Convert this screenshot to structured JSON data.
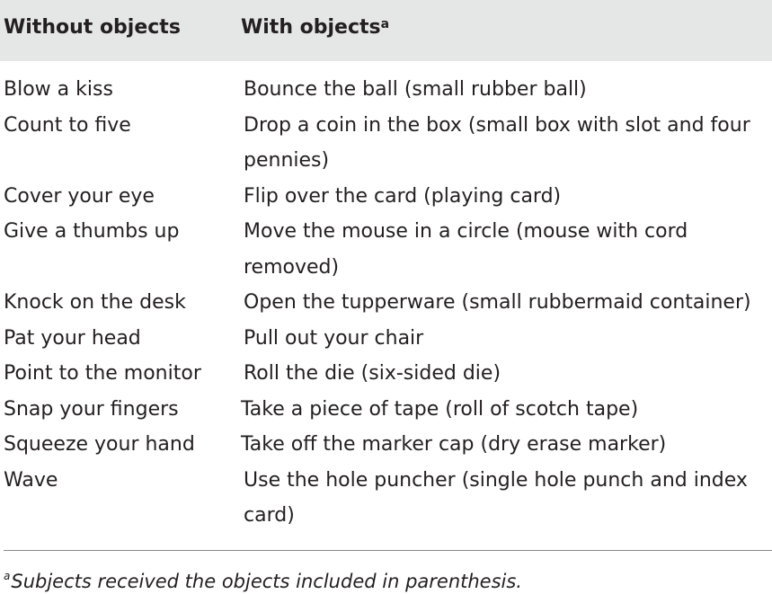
{
  "table": {
    "headers": {
      "col1": "Without objects",
      "col2": "With objects",
      "col2_superscript": "a"
    },
    "rows": [
      {
        "without": "Blow a kiss",
        "with_lines": [
          "Bounce the ball (small rubber ball)"
        ]
      },
      {
        "without": "Count to five",
        "with_lines": [
          "Drop a coin in the box (small box with slot and four",
          "pennies)"
        ]
      },
      {
        "without": "Cover your eye",
        "with_lines": [
          "Flip over the card (playing card)"
        ]
      },
      {
        "without": "Give a thumbs up",
        "with_lines": [
          "Move the mouse in a circle (mouse with cord",
          "removed)"
        ]
      },
      {
        "without": "Knock on the desk",
        "with_lines": [
          "Open the tupperware (small rubbermaid container)"
        ]
      },
      {
        "without": "Pat your head",
        "with_lines": [
          "Pull out your chair"
        ]
      },
      {
        "without": "Point to the monitor",
        "with_lines": [
          "Roll the die (six-sided die)"
        ]
      },
      {
        "without": "Snap your fingers",
        "with_lines": [
          "Take a piece of tape (roll of scotch tape)"
        ]
      },
      {
        "without": "Squeeze your hand",
        "with_lines": [
          "Take off the marker cap (dry erase marker)"
        ]
      },
      {
        "without": "Wave",
        "with_lines": [
          "Use the hole puncher (single hole punch and index",
          "card)"
        ]
      }
    ]
  },
  "footnote": {
    "marker": "a",
    "text": "Subjects received the objects included in parenthesis."
  },
  "colors": {
    "header_background": "#e5e6e6",
    "text": "#231f20",
    "rule": "#8a8a8a"
  }
}
